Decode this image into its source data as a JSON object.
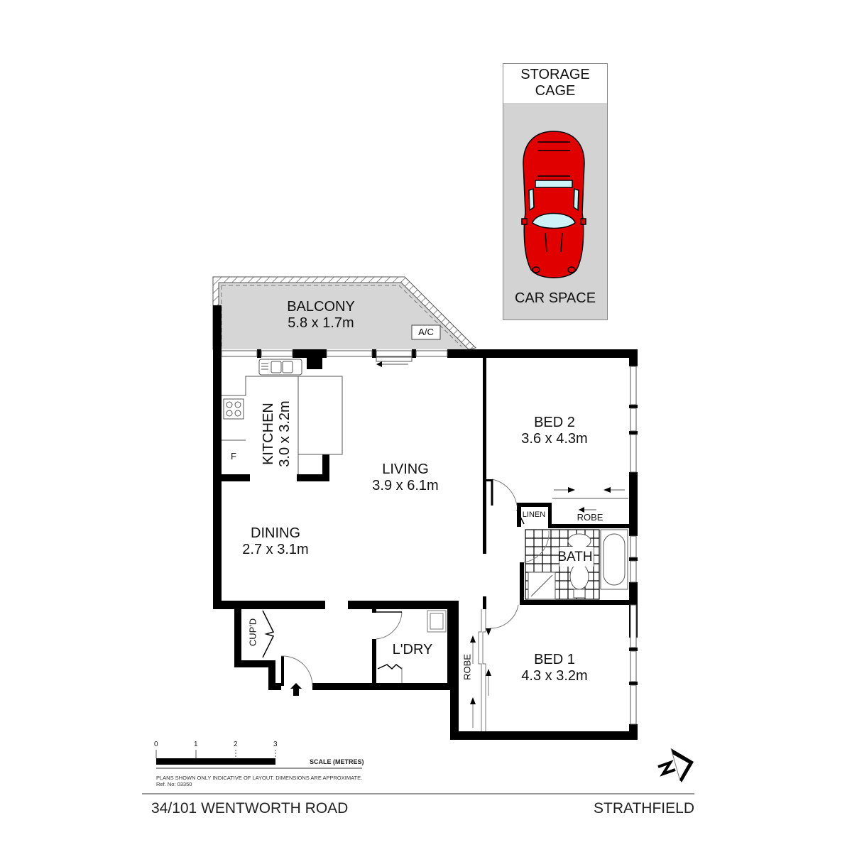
{
  "plan": {
    "address": "34/101 WENTWORTH ROAD",
    "suburb": "STRATHFIELD",
    "disclaimer": "PLANS SHOWN ONLY INDICATIVE OF LAYOUT.  DIMENSIONS ARE APPROXIMATE.",
    "ref": "Ref. No: 03350",
    "scale": {
      "label": "SCALE (METRES)",
      "ticks": [
        "0",
        "1",
        "2",
        "3"
      ]
    },
    "compass": "north-arrow-icon"
  },
  "parking": {
    "storage_label_line1": "STORAGE",
    "storage_label_line2": "CAGE",
    "car_space_label": "CAR SPACE",
    "car_color": "#e00000",
    "fill_color": "#d3d3d3"
  },
  "rooms": {
    "balcony": {
      "name": "BALCONY",
      "dims": "5.8 x 1.7m"
    },
    "ac": {
      "name": "A/C"
    },
    "kitchen": {
      "name": "KITCHEN",
      "dims": "3.0 x 3.2m",
      "fridge": "F"
    },
    "living": {
      "name": "LIVING",
      "dims": "3.9 x 6.1m"
    },
    "dining": {
      "name": "DINING",
      "dims": "2.7 x 3.1m"
    },
    "bed2": {
      "name": "BED 2",
      "dims": "3.6 x 4.3m"
    },
    "bed1": {
      "name": "BED 1",
      "dims": "4.3 x 3.2m"
    },
    "linen": {
      "name": "LINEN"
    },
    "robe2": {
      "name": "ROBE"
    },
    "robe1": {
      "name": "ROBE"
    },
    "bath": {
      "name": "BATH"
    },
    "laundry": {
      "name": "L'DRY"
    },
    "cupboard": {
      "name": "CUP'D"
    }
  },
  "colors": {
    "wall": "#000000",
    "balcony_fill": "#d6d6d6",
    "window_glass": "#ffffff"
  }
}
